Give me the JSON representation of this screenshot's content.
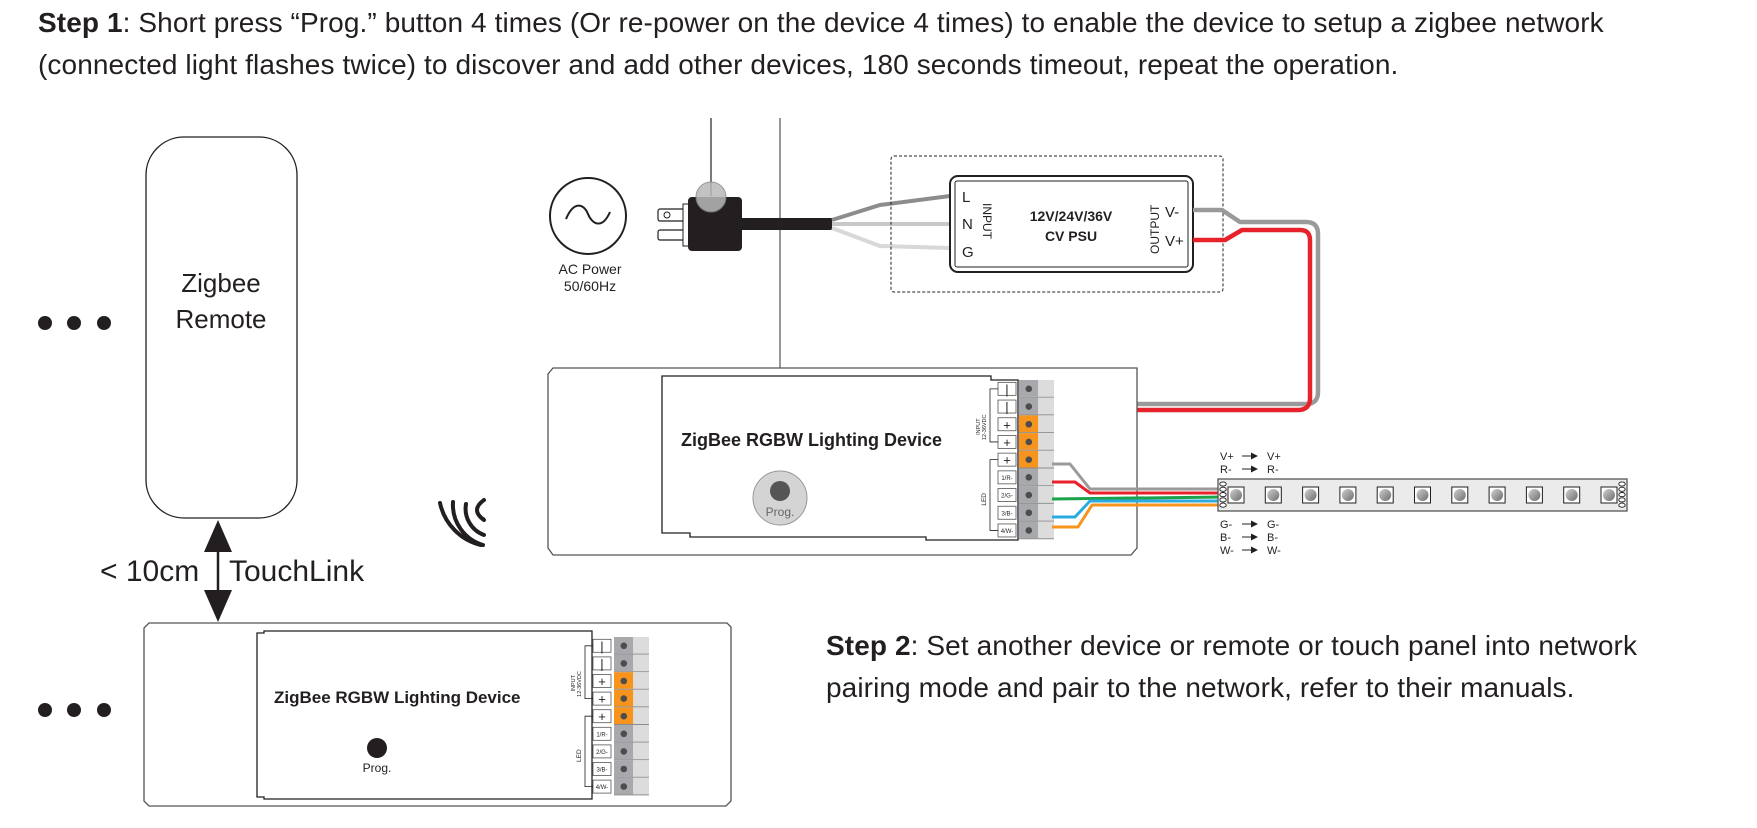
{
  "step1": {
    "label": "Step 1",
    "text": ": Short press “Prog.” button 4 times (Or re-power on the device 4 times) to enable the device to setup a zigbee network (connected light flashes twice) to discover and add other devices, 180 seconds timeout, repeat the operation."
  },
  "step2": {
    "label": "Step 2",
    "text": ": Set another device or remote or touch panel into network pairing mode and pair to the network, refer to their manuals."
  },
  "remote": {
    "line1": "Zigbee",
    "line2": "Remote"
  },
  "touchlink": {
    "distance": "< 10cm",
    "label": "TouchLink"
  },
  "ac_power": {
    "line1": "AC Power",
    "line2": "50/60Hz"
  },
  "psu": {
    "line1": "12V/24V/36V",
    "line2": "CV PSU",
    "input_label": "INPUT",
    "output_label": "OUTPUT",
    "input_terminals": [
      "L",
      "N",
      "G"
    ],
    "output_terminals": [
      "V-",
      "V+"
    ]
  },
  "device": {
    "title": "ZigBee RGBW Lighting Device",
    "prog_label": "Prog.",
    "input_group_label": "INPUT",
    "input_group_sub": "12-36VDC",
    "led_group_label": "LED",
    "terminals": [
      "−",
      "−",
      "+",
      "+",
      "+",
      "1/R-",
      "2/G-",
      "3/B-",
      "4/W-"
    ]
  },
  "strip": {
    "top_mapping": [
      [
        "V+",
        "V+"
      ],
      [
        "R-",
        "R-"
      ]
    ],
    "bottom_mapping": [
      [
        "G-",
        "G-"
      ],
      [
        "B-",
        "B-"
      ],
      [
        "W-",
        "W-"
      ]
    ],
    "led_count": 11
  },
  "colors": {
    "text": "#231f20",
    "wire_red": "#e8222a",
    "wire_gray": "#9a9a9a",
    "wire_green": "#1aa34a",
    "wire_blue": "#29abe2",
    "wire_orange": "#f7941d",
    "terminal_orange": "#f7941d",
    "terminal_gray": "#a7a9ac"
  }
}
